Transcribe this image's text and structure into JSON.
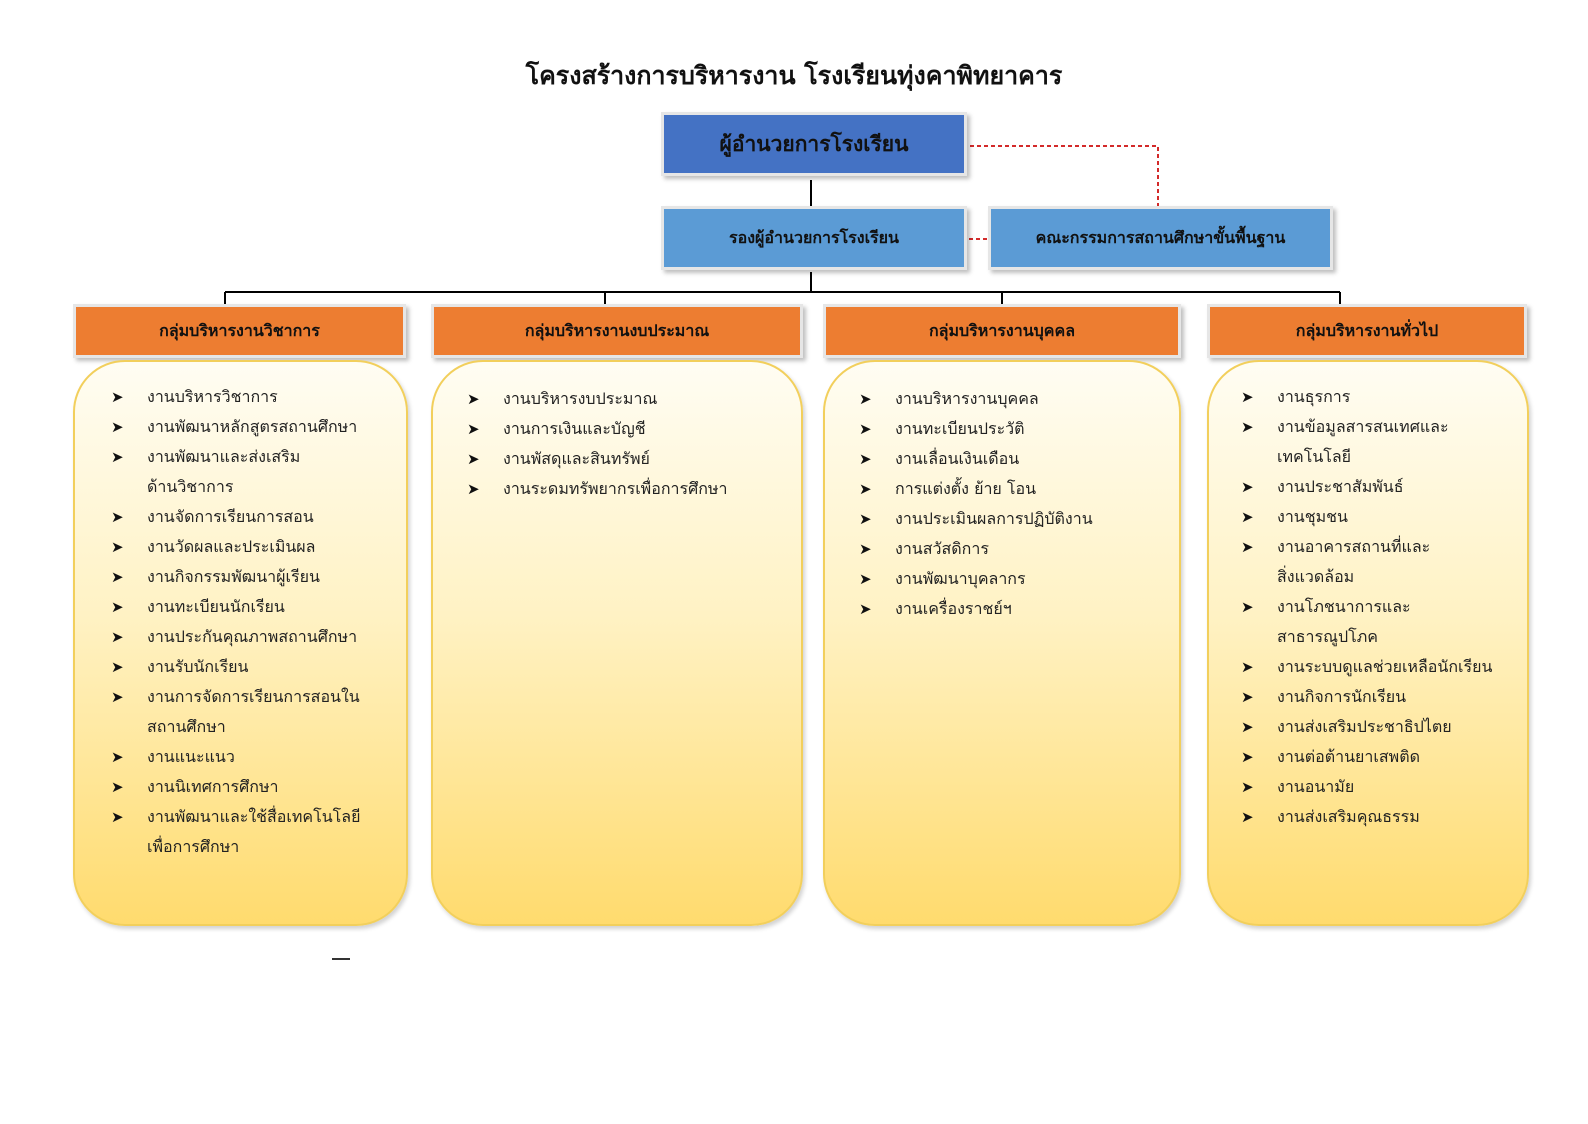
{
  "title": "โครงสร้างการบริหารงาน โรงเรียนทุ่งคาพิทยาคาร",
  "director": "ผู้อำนวยการโรงเรียน",
  "deputy": "รองผู้อำนวยการโรงเรียน",
  "board": "คณะกรรมการสถานศึกษาขั้นพื้นฐาน",
  "bullet_icon": "arrowhead-bullet-icon",
  "groups": [
    {
      "name": "กลุ่มบริหารงานวิชาการ",
      "items": [
        "งานบริหารวิชาการ",
        "งานพัฒนาหลักสูตรสถานศึกษา",
        "งานพัฒนาและส่งเสริม\nด้านวิชาการ",
        "งานจัดการเรียนการสอน",
        "งานวัดผลและประเมินผล",
        "งานกิจกรรมพัฒนาผู้เรียน",
        "งานทะเบียนนักเรียน",
        "งานประกันคุณภาพสถานศึกษา",
        "งานรับนักเรียน",
        "งานการจัดการเรียนการสอนใน\nสถานศึกษา",
        "งานแนะแนว",
        "งานนิเทศการศึกษา",
        "งานพัฒนาและใช้สื่อเทคโนโลยี\nเพื่อการศึกษา"
      ]
    },
    {
      "name": "กลุ่มบริหารงานงบประมาณ",
      "items": [
        "งานบริหารงบประมาณ",
        "งานการเงินและบัญชี",
        "งานพัสดุและสินทรัพย์",
        "งานระดมทรัพยากรเพื่อการศึกษา"
      ]
    },
    {
      "name": "กลุ่มบริหารงานบุคคล",
      "items": [
        "งานบริหารงานบุคคล",
        "งานทะเบียนประวัติ",
        "งานเลื่อนเงินเดือน",
        "การแต่งตั้ง ย้าย โอน",
        "งานประเมินผลการปฏิบัติงาน",
        "งานสวัสดิการ",
        "งานพัฒนาบุคลากร",
        "งานเครื่องราชย์ฯ"
      ]
    },
    {
      "name": "กลุ่มบริหารงานทั่วไป",
      "items": [
        "งานธุรการ",
        "งานข้อมูลสารสนเทศและ\nเทคโนโลยี",
        "งานประชาสัมพันธ์",
        "งานชุมชน",
        "งานอาคารสถานที่และ\nสิ่งแวดล้อม",
        "งานโภชนาการและ\nสาธารณูปโภค",
        "งานระบบดูแลช่วยเหลือนักเรียน",
        "งานกิจการนักเรียน",
        "งานส่งเสริมประชาธิปไตย",
        "งานต่อต้านยาเสพติด",
        "งานอนามัย",
        "งานส่งเสริมคุณธรรม"
      ]
    }
  ]
}
